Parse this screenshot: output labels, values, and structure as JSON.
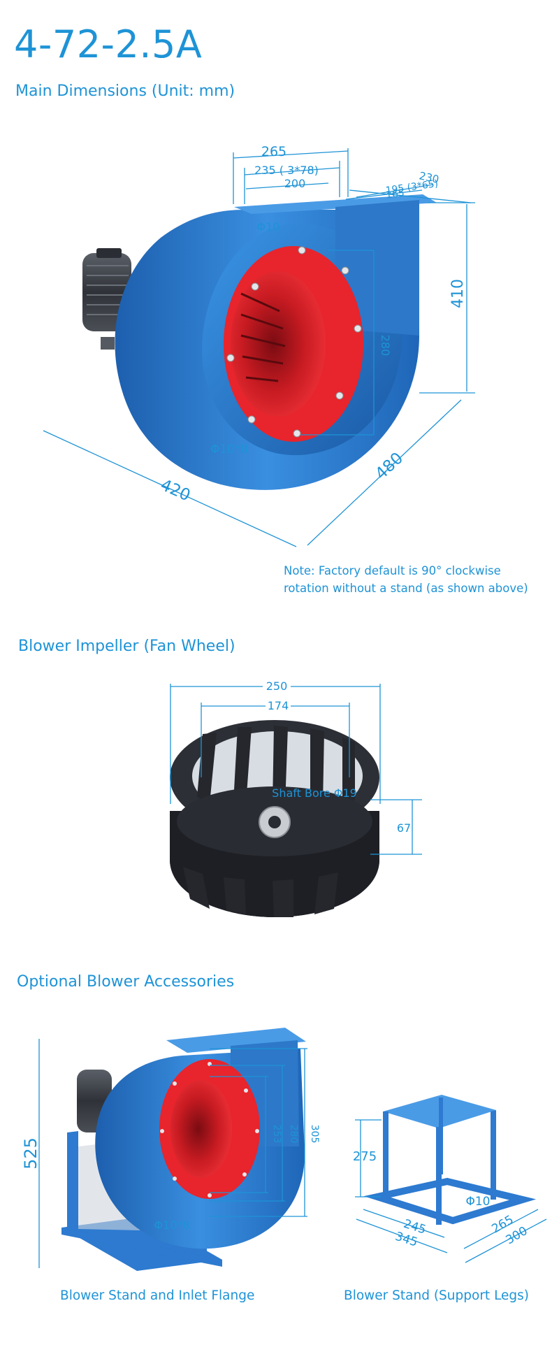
{
  "title": "4-72-2.5A",
  "main_dimensions": {
    "heading": "Main Dimensions (Unit: mm)",
    "dims": {
      "d265": "265",
      "d235": "235 ( 3*78)",
      "d200": "200",
      "d230": "230",
      "d195": "195 (3*65)",
      "d165": "165",
      "phi10": "Φ10",
      "d410": "410",
      "d280": "280",
      "phi10x8": "Φ10*8",
      "d420": "420",
      "d480": "480"
    },
    "note_line1": "Note:  Factory default is 90°  clockwise",
    "note_line2": "rotation without a stand (as shown above)"
  },
  "impeller": {
    "heading": "Blower Impeller (Fan Wheel)",
    "dims": {
      "d250": "250",
      "d174": "174",
      "bore": "Shaft Bore Φ19",
      "d67": "67"
    }
  },
  "accessories": {
    "heading": "Optional Blower Accessories",
    "stand_flange": {
      "caption": "Blower Stand and Inlet Flange",
      "dims": {
        "d525": "525",
        "d253": "253",
        "d280": "280",
        "d305": "305",
        "phi10x8": "Φ10*8"
      }
    },
    "stand_legs": {
      "caption": "Blower Stand (Support Legs)",
      "dims": {
        "d275": "275",
        "phi10": "Φ10",
        "d245": "245",
        "d345": "345",
        "d265": "265",
        "d300": "300"
      }
    }
  },
  "colors": {
    "accent": "#1e93d6",
    "housing_blue": "#2f7fd2",
    "inlet_red": "#e8242c",
    "motor_gray": "#3d4148",
    "impeller_black": "#1d1f24"
  }
}
